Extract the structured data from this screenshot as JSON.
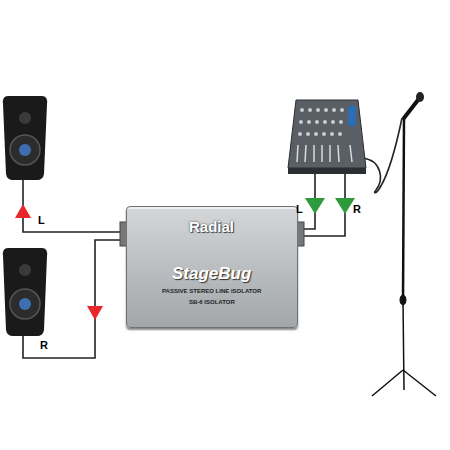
{
  "diagram": {
    "nodes": [
      {
        "text": [
          "Radial",
          "StageBug",
          "PASSIVE STEREO LINE ISOLATOR",
          "SB-6 ISOLATOR"
        ]
      }
    ],
    "labels": [
      "L",
      "R",
      "L",
      "R"
    ]
  }
}
